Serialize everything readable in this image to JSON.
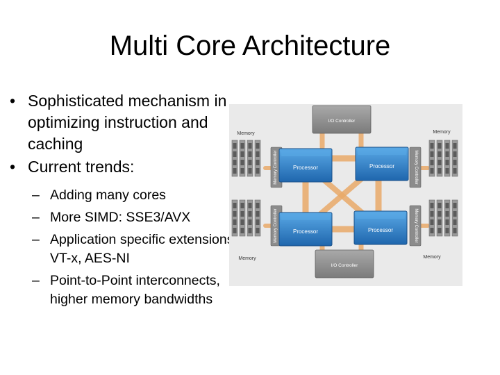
{
  "slide": {
    "title": "Multi Core Architecture",
    "bullet_glyph": "•",
    "dash_glyph": "–",
    "bullets": [
      {
        "text": "Sophisticated mechanism in optimizing instruction and caching"
      },
      {
        "text": "Current trends:"
      }
    ],
    "sub_bullets": [
      {
        "text": "Adding many cores"
      },
      {
        "text": "More SIMD: SSE3/AVX"
      },
      {
        "text": "Application specific extensions: VT-x, AES-NI"
      },
      {
        "text": "Point-to-Point interconnects, higher memory bandwidths"
      }
    ]
  },
  "diagram": {
    "processor_label": "Processor",
    "io_controller_label": "I/O Controller",
    "memory_label": "Memory",
    "memory_controller_label": "Memory Controller",
    "colors": {
      "processor": "#2f7fc8",
      "processor_light": "#5aa9e6",
      "interconnect": "#e9a968",
      "controller": "#8c8c8c",
      "dimm": "#9a9a9a",
      "background": "#e9e9e9"
    }
  }
}
